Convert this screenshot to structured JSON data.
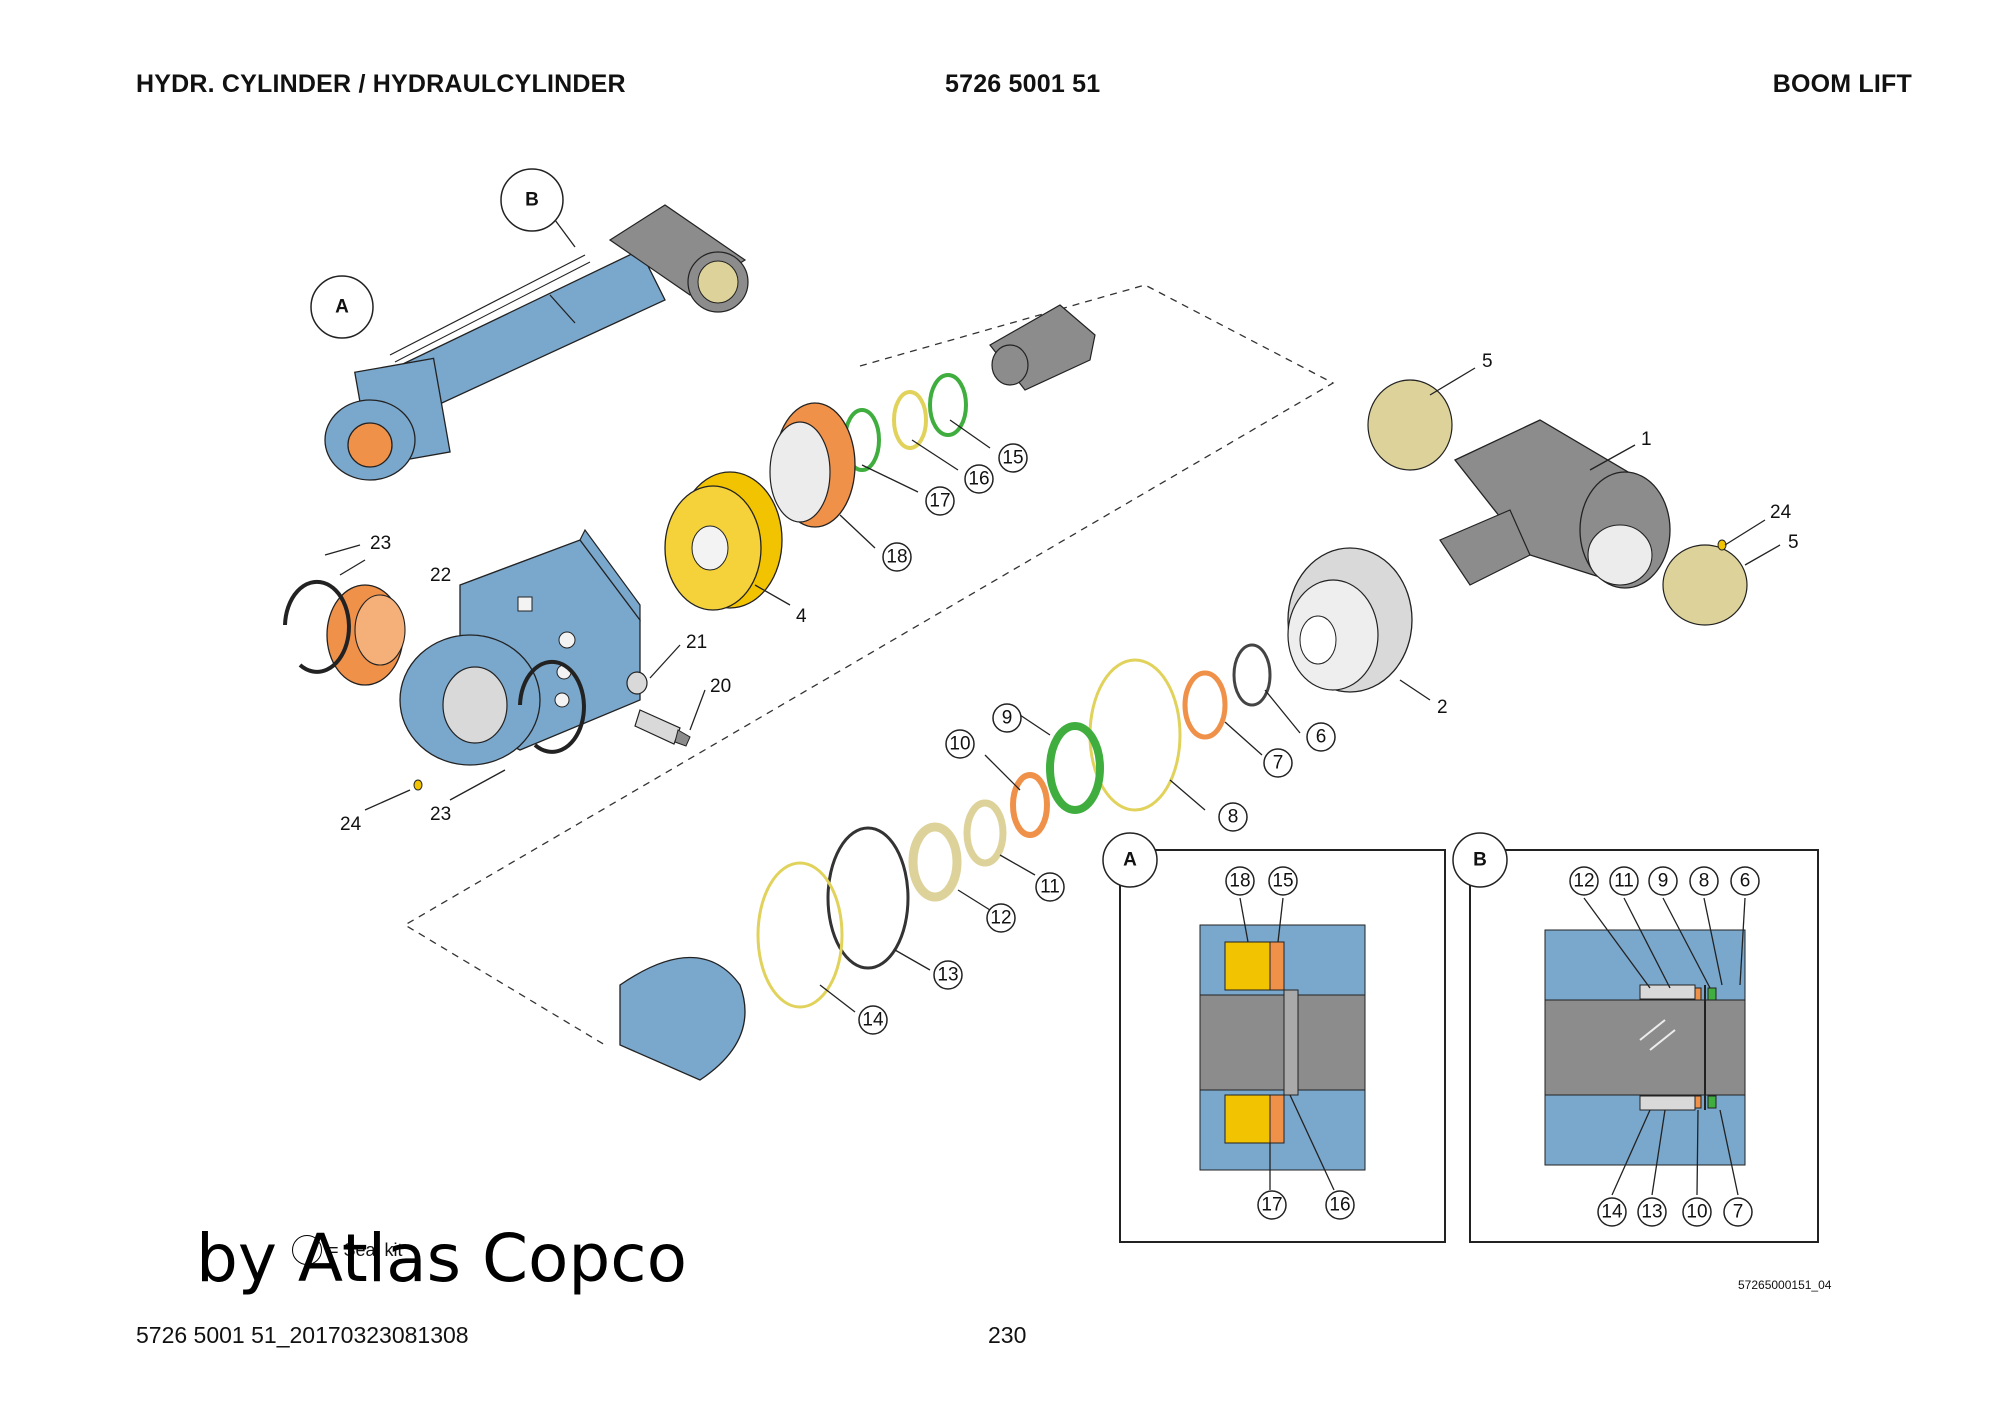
{
  "header": {
    "left": "HYDR. CYLINDER / HYDRAULCYLINDER",
    "center": "5726 5001 51",
    "right": "BOOM LIFT"
  },
  "footer": {
    "left": "5726 5001 51_20170323081308",
    "center": "230"
  },
  "figure_id": "57265000151_04",
  "legend": {
    "seal_kit": "= Seal kit"
  },
  "watermark": "by Atlas Copco",
  "views": {
    "a": "A",
    "b": "B"
  },
  "parts": {
    "p1": "1",
    "p2": "2",
    "p4": "4",
    "p5a": "5",
    "p5b": "5",
    "p6": "6",
    "p7": "7",
    "p8": "8",
    "p9": "9",
    "p10": "10",
    "p11": "11",
    "p12": "12",
    "p13": "13",
    "p14": "14",
    "p15": "15",
    "p16": "16",
    "p17": "17",
    "p18": "18",
    "p20": "20",
    "p21": "21",
    "p22": "22",
    "p23a": "23",
    "p23b": "23",
    "p24a": "24",
    "p24b": "24"
  },
  "detail_a": {
    "c18": "18",
    "c15": "15",
    "c17": "17",
    "c16": "16"
  },
  "detail_b": {
    "c12": "12",
    "c11": "11",
    "c9": "9",
    "c8": "8",
    "c6": "6",
    "c14": "14",
    "c13": "13",
    "c10": "10",
    "c7": "7"
  },
  "colors": {
    "blue": "#7aa7cc",
    "grey": "#8c8c8c",
    "yellow": "#f2c300",
    "orange": "#f0914a",
    "green": "#3fae3f",
    "khaki": "#ddd39a"
  }
}
